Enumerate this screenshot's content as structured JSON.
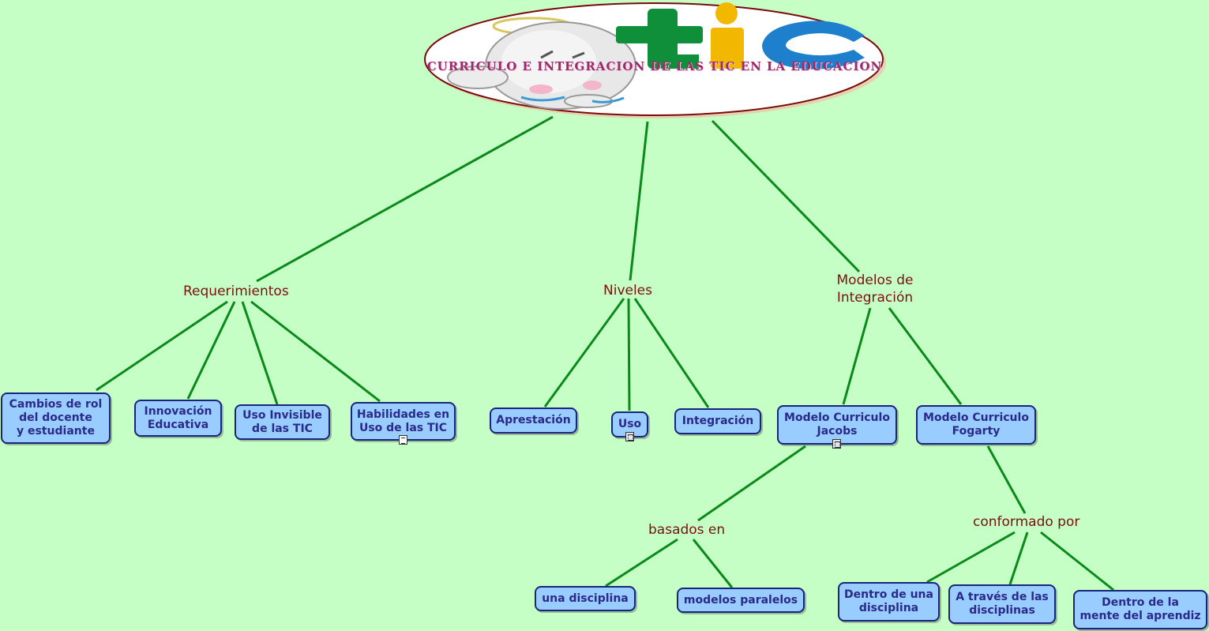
{
  "root": {
    "title": "CURRICULO E INTEGRACION DE LAS TIC EN LA EDUCACION",
    "logo_text": "tic",
    "colors": {
      "t": "#0f8f3a",
      "i": "#f2b800",
      "c": "#1e7fcc",
      "border": "#7a0a0a",
      "title": "#9a2a6a"
    }
  },
  "link_phrases": {
    "requerimientos": "Requerimientos",
    "niveles": "Niveles",
    "modelos": "Modelos de\nIntegración",
    "basados": "basados en",
    "conformado": "conformado por"
  },
  "concepts": {
    "cambios": "Cambios de rol\ndel docente\ny estudiante",
    "innovacion": "Innovación\nEducativa",
    "uso_invisible": "Uso Invisible\nde las TIC",
    "habilidades": "Habilidades en\nUso de las TIC",
    "aprestacion": "Aprestación",
    "uso": "Uso",
    "integracion": "Integración",
    "jacobs": "Modelo Curriculo\nJacobs",
    "fogarty": "Modelo Curriculo\nFogarty",
    "una_disciplina": "una disciplina",
    "modelos_paralelos": "modelos paralelos",
    "dentro_una": "Dentro de una\ndisciplina",
    "a_traves": "A través de las\ndisciplinas",
    "dentro_mente": "Dentro de la\nmente del aprendiz"
  },
  "colors": {
    "background": "#c6ffc6",
    "connector": "#0a8a1a",
    "node_fill": "#99ccff",
    "node_border": "#1a237e",
    "node_text": "#2a2a8a",
    "link_text": "#7a1010"
  },
  "icons": {
    "habilidades_resource": "document-icon",
    "uso_resource": "film-icon",
    "jacobs_resource": "film-icon"
  }
}
